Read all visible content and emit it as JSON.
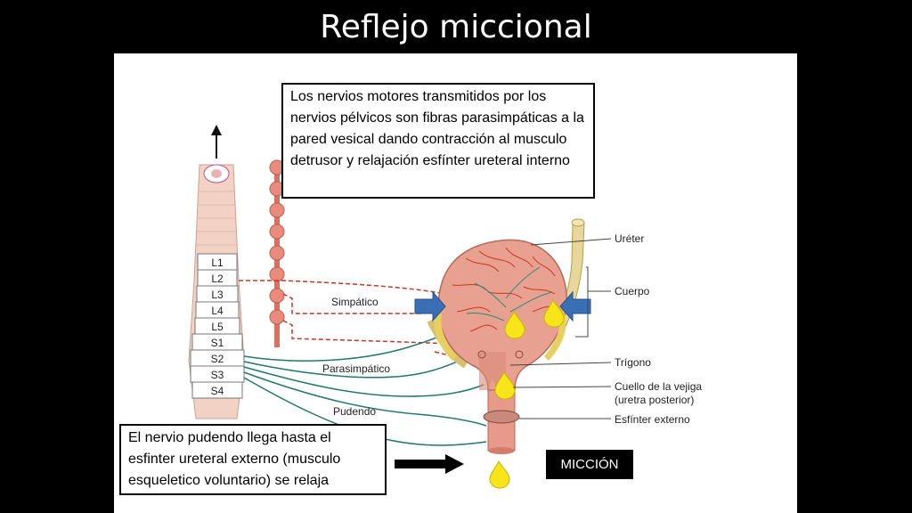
{
  "title": "Reflejo miccional",
  "top_note": "Los nervios motores transmitidos por los nervios pélvicos son fibras parasimpáticas a la pared vesical dando contracción al musculo detrusor y relajación esfínter ureteral interno",
  "bottom_note": "El nervio pudendo llega hasta el esfinter ureteral externo (musculo esqueletico voluntario) se relaja",
  "result_label": "MICCIÓN",
  "vertebrae": [
    "L1",
    "L2",
    "L3",
    "L4",
    "L5",
    "S1",
    "S2",
    "S3",
    "S4"
  ],
  "nerves": {
    "sympathetic": "Simpático",
    "parasympathetic": "Parasimpático",
    "pudendal": "Pudendo"
  },
  "anatomy_labels": {
    "ureter": "Uréter",
    "body": "Cuerpo",
    "trigone": "Trígono",
    "neck_line1": "Cuello de la vejiga",
    "neck_line2": "(uretra posterior)",
    "external_sphincter": "Esfínter externo"
  },
  "colors": {
    "spinal_cord": "#f2d2c4",
    "ganglion": "#e88b7c",
    "bladder": "#e8a090",
    "sympathetic_nerve": "#c0392b",
    "parasympathetic_nerve": "#1f7a6a",
    "arrow_blue": "#3a6fb5",
    "drop_yellow": "#f7e51a"
  }
}
